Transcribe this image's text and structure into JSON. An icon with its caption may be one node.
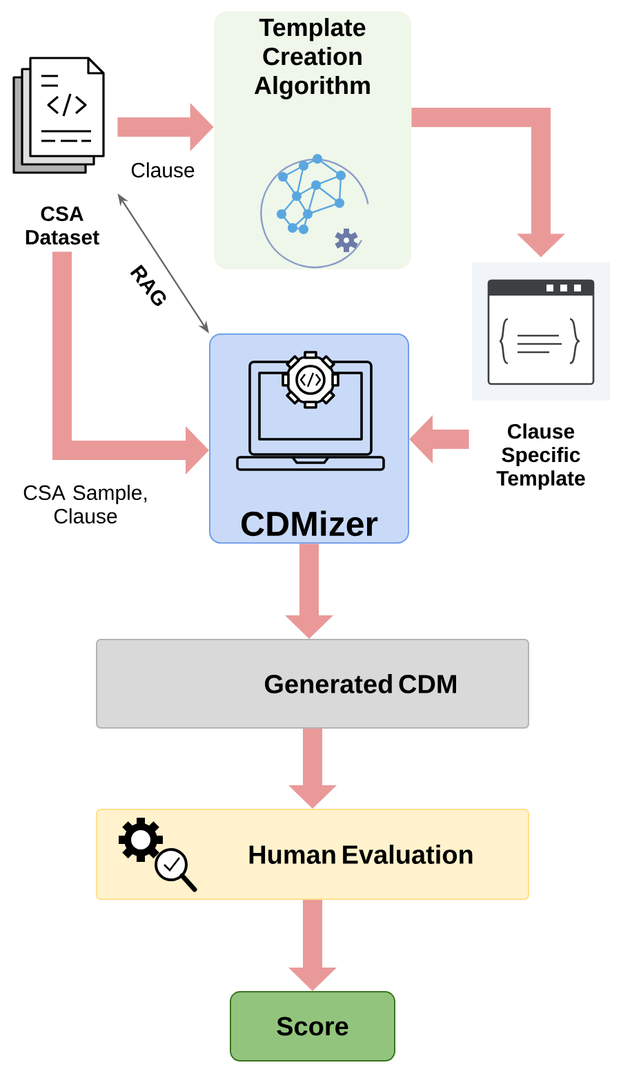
{
  "diagram": {
    "nodes": [
      {
        "text": [
          "CSA Dataset"
        ]
      },
      {
        "text": [
          "Template Creation Algorithm"
        ]
      },
      {
        "text": [
          "Clause Specific Template"
        ]
      },
      {
        "text": [
          "CDMizer"
        ]
      },
      {
        "text": [
          "Generated CDM"
        ]
      },
      {
        "text": [
          "Human Evaluation"
        ]
      },
      {
        "text": [
          "Score"
        ]
      }
    ],
    "edges": [
      {
        "from": 0,
        "to": 1,
        "arrow": "to",
        "label": "Clause"
      },
      {
        "from": 1,
        "to": 2,
        "arrow": "to"
      },
      {
        "from": 2,
        "to": 3,
        "arrow": "to"
      },
      {
        "from": 0,
        "to": 3,
        "arrow": "to",
        "label": "CSA Sample, Clause"
      },
      {
        "from": 0,
        "to": 3,
        "arrow": "both",
        "label": "RAG",
        "color": "#666666"
      },
      {
        "from": 3,
        "to": 4,
        "arrow": "to"
      },
      {
        "from": 4,
        "to": 5,
        "arrow": "to"
      },
      {
        "from": 5,
        "to": 6,
        "arrow": "to"
      }
    ]
  }
}
